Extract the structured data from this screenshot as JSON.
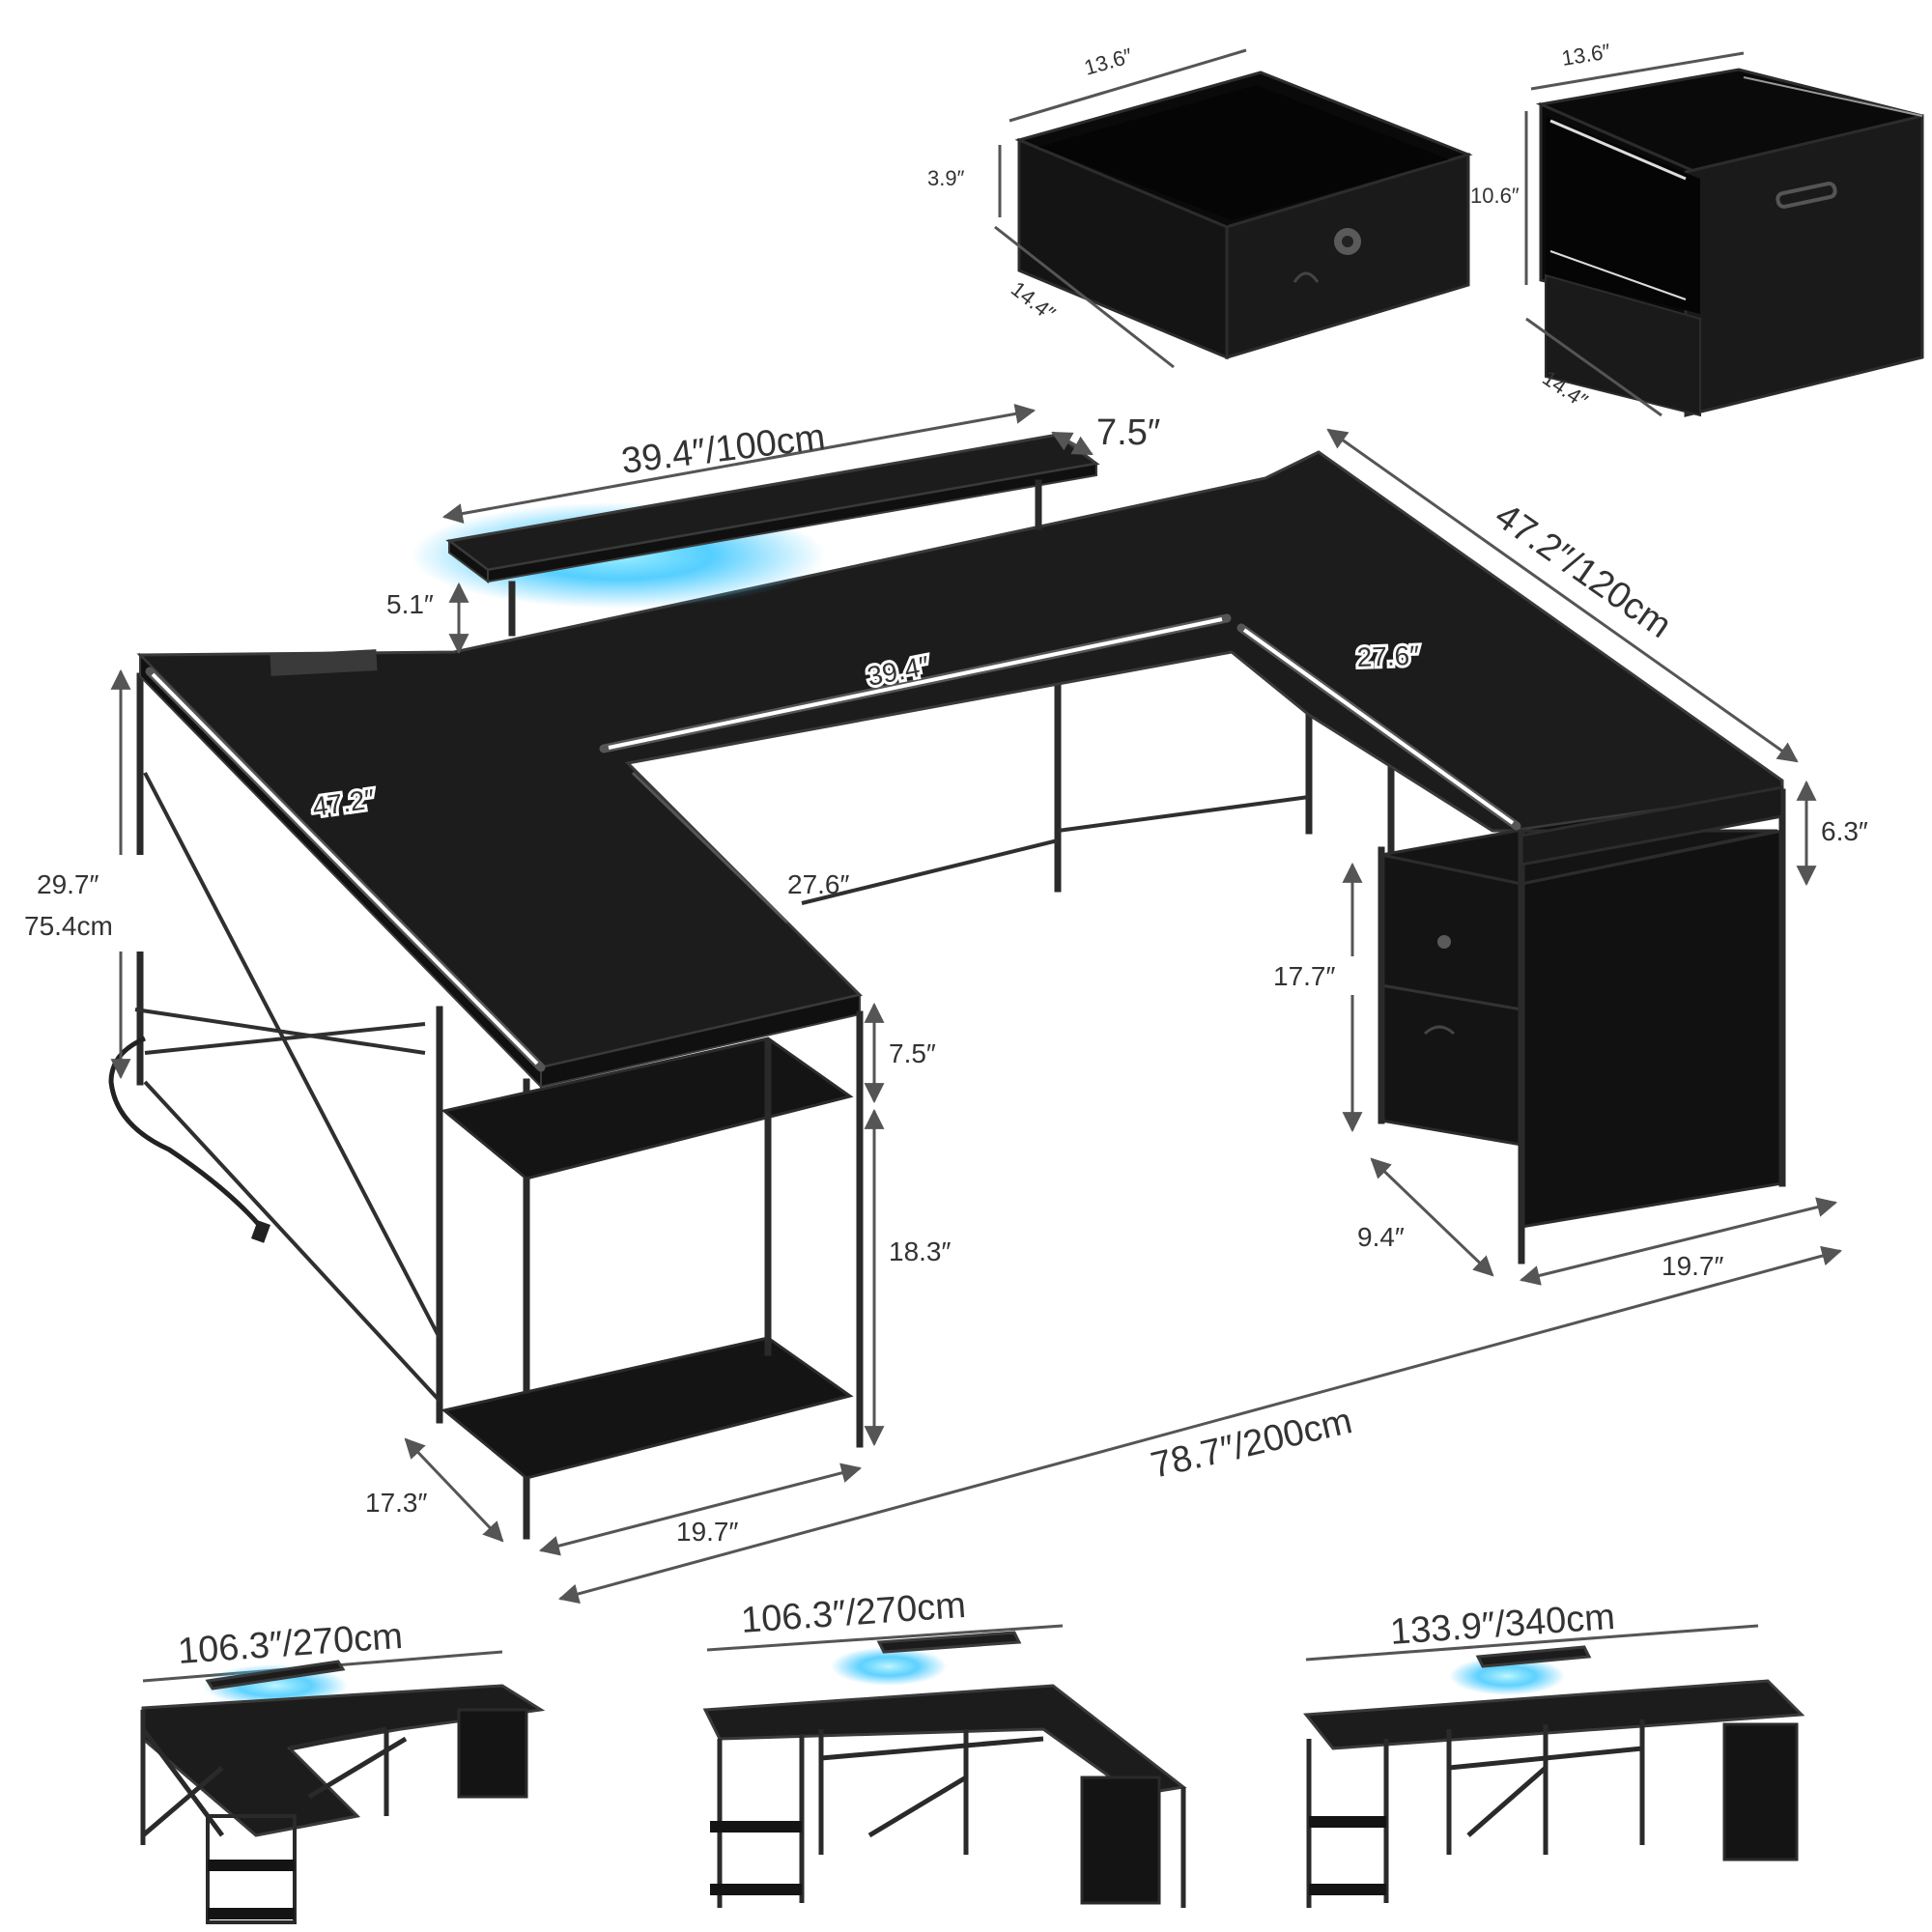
{
  "dimensions": {
    "drawer_small": {
      "width": "13.6″",
      "height": "3.9″",
      "depth": "14.4″"
    },
    "drawer_file": {
      "width": "13.6″",
      "height": "10.6″",
      "depth": "14.4″"
    },
    "monitor_stand": {
      "length": "39.4″/100cm",
      "depth": "7.5″",
      "height": "5.1″"
    },
    "desk": {
      "right_wing_length": "47.2″/120cm",
      "inner_front": "39.4″",
      "inner_right": "27.6″",
      "inner_left": "27.6″",
      "left_wing": "47.2″",
      "height_in": "29.7″",
      "height_cm": "75.4cm",
      "cabinet_gap": "6.3″",
      "cabinet_height": "17.7″",
      "shelf_top_gap": "7.5″",
      "shelf_height": "18.3″",
      "shelf_depth": "17.3″",
      "shelf_width": "19.7″",
      "cabinet_depth": "9.4″",
      "cabinet_width": "19.7″",
      "total_length": "78.7″/200cm"
    },
    "configs": [
      {
        "label": "106.3″/270cm"
      },
      {
        "label": "106.3″/270cm"
      },
      {
        "label": "133.9″/340cm"
      }
    ]
  },
  "colors": {
    "wood": "#1c1c1c",
    "frame": "#2a2a2a",
    "led": "#37c6ff",
    "dimension": "#555555"
  }
}
